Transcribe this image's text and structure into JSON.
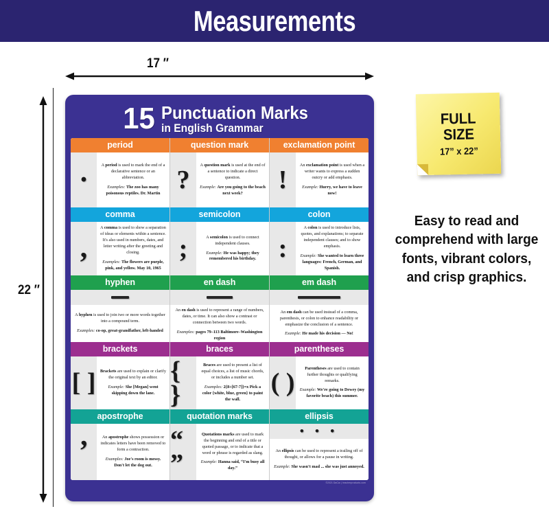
{
  "banner": {
    "title": "Measurements"
  },
  "measurements": {
    "width_label": "17 ″",
    "height_label": "22 ″"
  },
  "poster": {
    "number": "15",
    "title_line1": "Punctuation Marks",
    "title_line2": "in English Grammar",
    "credit": "©2021 DaCa² | teacherproducts.com",
    "rows": [
      {
        "color": "#f08030",
        "cards": [
          {
            "name": "period",
            "header": "period",
            "glyph": "·",
            "glyph_style": "period",
            "definition": "A period is used to mark the end of a declarative sentence or an abbreviation.",
            "def_bold": "period",
            "example_label": "Examples:",
            "example": "The zoo has many poisonous reptiles. Dr. Martin"
          },
          {
            "name": "question-mark",
            "header": "question mark",
            "glyph": "?",
            "glyph_style": "big",
            "definition": "A question mark is used at the end of a sentence to indicate a direct question.",
            "def_bold": "question mark",
            "example_label": "Example:",
            "example": "Are you going to the beach next week?"
          },
          {
            "name": "exclamation-point",
            "header": "exclamation point",
            "glyph": "!",
            "glyph_style": "big",
            "definition": "An exclamation point is used when a writer wants to express a sudden outcry or add emphasis.",
            "def_bold": "exclamation point",
            "example_label": "Example:",
            "example": "Hurry, we have to leave now!"
          }
        ]
      },
      {
        "color": "#13a5dc",
        "cards": [
          {
            "name": "comma",
            "header": "comma",
            "glyph": ",",
            "glyph_style": "big",
            "definition": "A comma is used to show a separation of ideas or elements within a sentence. It's also used in numbers, dates, and letter writing after the greeting and closing.",
            "def_bold": "comma",
            "example_label": "Examples:",
            "example": "The flowers are purple, pink, and yellow. May 10, 1965"
          },
          {
            "name": "semicolon",
            "header": "semicolon",
            "glyph": ";",
            "glyph_style": "big",
            "definition": "A semicolon is used to connect independent clauses.",
            "def_bold": "semicolon",
            "example_label": "Example:",
            "example": "He was happy; they remembered his birthday."
          },
          {
            "name": "colon",
            "header": "colon",
            "glyph": ":",
            "glyph_style": "big",
            "definition": "A colon is used to introduce lists, quotes, and explanations; to separate independent clauses; and to show emphasis.",
            "def_bold": "colon",
            "example_label": "Example:",
            "example": "She wanted to learn three languages: French, German, and Spanish."
          }
        ]
      },
      {
        "color": "#1fa04e",
        "cards": [
          {
            "name": "hyphen",
            "header": "hyphen",
            "glyph": "-",
            "glyph_style": "dash-short",
            "definition": "A hyphen is used to join two or more words together into a compound term.",
            "def_bold": "hyphen",
            "example_label": "Examples:",
            "example": "co-op, great-grandfather, left-handed"
          },
          {
            "name": "en-dash",
            "header": "en dash",
            "glyph": "–",
            "glyph_style": "dash-mid",
            "definition": "An en dash is used to represent a range of numbers, dates, or time. It can also show a contrast or connection between two words.",
            "def_bold": "en dash",
            "example_label": "Examples:",
            "example": "pages 79–113 Baltimore–Washington region"
          },
          {
            "name": "em-dash",
            "header": "em dash",
            "glyph": "—",
            "glyph_style": "dash-long",
            "definition": "An em dash can be used instead of a comma, parenthesis, or colon to enhance readability or emphasize the conclusion of a sentence.",
            "def_bold": "em dash",
            "example_label": "Example:",
            "example": "He made his decision — No!"
          }
        ]
      },
      {
        "color": "#9c2e8f",
        "cards": [
          {
            "name": "brackets",
            "header": "brackets",
            "glyph": "[ ]",
            "glyph_style": "big",
            "definition": "Brackets are used to explain or clarify the original text by an editor.",
            "def_bold": "Brackets",
            "example_label": "Example:",
            "example": "She [Megan] went skipping down the lane."
          },
          {
            "name": "braces",
            "header": "braces",
            "glyph": "{ }",
            "glyph_style": "big",
            "definition": "Braces are used to present a list of equal choices, a list of music chords, or includes a number set.",
            "def_bold": "Braces",
            "example_label": "Examples:",
            "example": "2{8+[67-7]}=x Pick a color {white, blue, green} to paint the wall."
          },
          {
            "name": "parentheses",
            "header": "parentheses",
            "glyph": "( )",
            "glyph_style": "big",
            "definition": "Parentheses are used to contain further thoughts or qualifying remarks.",
            "def_bold": "Parentheses",
            "example_label": "Example:",
            "example": "We're going to Dewey (my favorite beach) this summer."
          }
        ]
      },
      {
        "color": "#13a395",
        "cards": [
          {
            "name": "apostrophe",
            "header": "apostrophe",
            "glyph": "’",
            "glyph_style": "big",
            "definition": "An apostrophe shows possession or indicates letters have been removed to form a contraction.",
            "def_bold": "apostrophe",
            "example_label": "Examples:",
            "example": "Joe's room is messy. Don't let the dog out."
          },
          {
            "name": "quotation-marks",
            "header": "quotation marks",
            "glyph": "“ ”",
            "glyph_style": "big",
            "definition": "Quotations marks are used to mark the beginning and end of a title or quoted passage, or to indicate that a word or phrase is regarded as slang.",
            "def_bold": "Quotations marks",
            "example_label": "Example:",
            "example": "Hanna said, “I'm busy all day.”"
          },
          {
            "name": "ellipsis",
            "header": "ellipsis",
            "glyph": "• • •",
            "glyph_style": "dots",
            "definition": "An ellipsis can be used to represent a trailing off of thought, or allows for a pause in writing.",
            "def_bold": "ellipsis",
            "example_label": "Example:",
            "example": "She wasn't mad ... she was just annoyed."
          }
        ]
      }
    ]
  },
  "sticky_note": {
    "line1": "FULL",
    "line2": "SIZE",
    "line3": "17” x 22”"
  },
  "blurb": {
    "text": "Easy to read and comprehend with large fonts, vibrant colors, and crisp graphics."
  },
  "colors": {
    "banner": "#2b2470",
    "poster_bg": "#3b3192",
    "orange": "#f08030",
    "blue": "#13a5dc",
    "green": "#1fa04e",
    "purple": "#9c2e8f",
    "teal": "#13a395",
    "highlight": "#d7262c"
  }
}
